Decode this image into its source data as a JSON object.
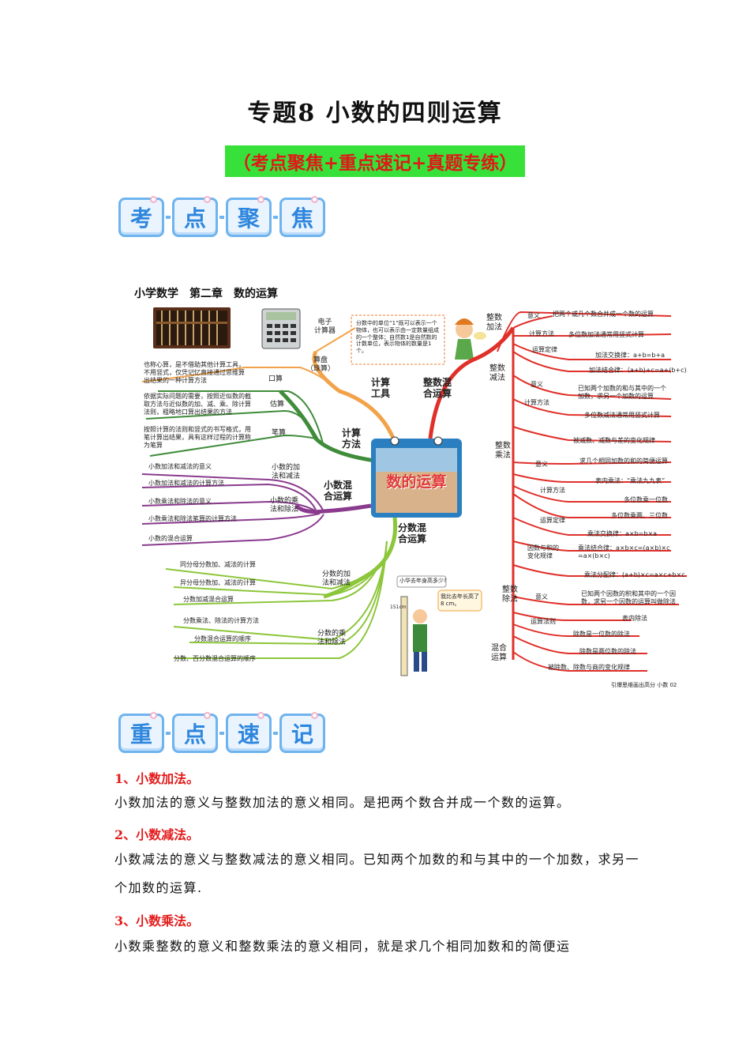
{
  "title": "专题8 小数的四则运算",
  "subtitle": "（考点聚焦+重点速记+真题专练）",
  "badges1": [
    "考",
    "点",
    "聚",
    "焦"
  ],
  "badges2": [
    "重",
    "点",
    "速",
    "记"
  ],
  "mindmap": {
    "header": "小学数学　第二章　数的运算",
    "center": "数的运算",
    "footer": "引爆思维画出高分 小数 02",
    "unit_note": "分数中的单位“1”既可以表示一个物体，也可以表示由一定数量组成的一个整体；自然数1是自然数的计数单位，表示物体的数量是1个。",
    "left": {
      "electronic": "电子\n计算器",
      "abacus": "算盘\n（珠算）",
      "tools": "计算\n工具",
      "methods": "计算\n方法",
      "oral": "口算",
      "estimate": "估算",
      "written": "笔算",
      "oral_desc": "也称心算，是不借助其他计算工具，不用竖式，仅凭记忆直接通过思维算出结果的一种计算方法",
      "estimate_desc": "依据实际问题的需要，按照近似数的截取方法与近似数的加、减、乘、除计算法则，粗略地口算出结果的方法",
      "written_desc": "按照计算的法则和竖式的书写格式，用笔计算出结果，具有这样过程的计算称为笔算",
      "decimal_mixed": "小数混\n合运算",
      "decimal_add_sub": "小数的加\n法和减法",
      "decimal_mul_div": "小数的乘\n法和除法",
      "decimal_items": [
        "小数加法和减法的意义",
        "小数加法和减法的计算方法",
        "小数乘法和除法的意义",
        "小数乘法和除法笔算的计算方法",
        "小数的混合运算"
      ],
      "fraction_mixed": "分数混\n合运算",
      "fraction_add_sub": "分数的加\n法和减法",
      "fraction_mul_div": "分数的乘\n法和除法",
      "fraction_items": [
        "同分母分数加、减法的计算",
        "异分母分数加、减法的计算",
        "分数加减混合运算",
        "分数乘法、除法的计算方法",
        "分数混合运算的顺序",
        "分数、百分数混合运算的顺序"
      ],
      "question": "小华去年身高多少?",
      "answer": "我比去年长高了8 cm。",
      "height": "151cm"
    },
    "right": {
      "integer_mixed": "整数混\n合运算",
      "add": "整数\n加法",
      "sub": "整数\n减法",
      "mul": "整数\n乘法",
      "div": "整数\n除法",
      "mixed": "混合\n运算",
      "meaning": "意义",
      "calc_method": "计算方法",
      "law": "运算定律",
      "factor_rule": "因数与积的\n变化规律",
      "rule": "运算法则",
      "add_meaning": "把两个或几个数合并成一个数的运算",
      "add_method": "多位数加法通常用竖式计算",
      "add_comm": "加法交换律：a+b=b+a",
      "add_assoc": "加法结合律：（a+b)+c=a+(b+c)",
      "sub_meaning": "已知两个加数的和与其中的一个加数，求另一个加数的运算",
      "sub_method": "多位数减法通常用竖式计算",
      "sub_change": "被减数、减数与差的变化规律",
      "mul_meaning": "求几个相同加数的和的简便运算",
      "mul_table": "表内乘法：“乘法九九表”",
      "mul_one": "多位数乘一位数",
      "mul_two": "多位数乘两、三位数",
      "mul_comm": "乘法交换律：a×b=b×a",
      "mul_assoc": "乘法结合律：a×b×c=(a×b)×c\n=a×(b×c)",
      "mul_dist": "乘法分配律：(a+b)×c=a×c+b×c",
      "div_meaning": "已知两个因数的积和其中的一个因数，求另一个因数的运算叫做除法",
      "div_table": "表内除法",
      "div_one": "除数是一位数的除法",
      "div_two": "除数是两位数的除法",
      "div_change": "被除数、除数与商的变化规律"
    }
  },
  "sections": [
    {
      "heading": "1、小数加法。",
      "text": "小数加法的意义与整数加法的意义相同。是把两个数合并成一个数的运算。"
    },
    {
      "heading": "2、小数减法。",
      "text": "小数减法的意义与整数减法的意义相同。已知两个加数的和与其中的一个加数，求另一个加数的运算."
    },
    {
      "heading": "3、小数乘法。",
      "text": "小数乘整数的意义和整数乘法的意义相同，就是求几个相同加数和的简便运"
    }
  ]
}
